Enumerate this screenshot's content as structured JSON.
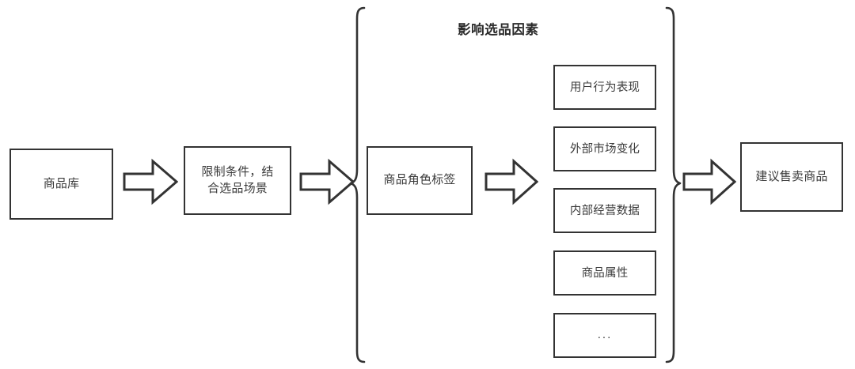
{
  "diagram": {
    "title_text": "影响选品因素",
    "accent_color": "#333333",
    "text_color": "#3b3b3b",
    "background_color": "#ffffff",
    "nodes": {
      "source": {
        "label": "商品库"
      },
      "constraints": {
        "label": "限制条件，结\n合选品场景"
      },
      "role_tag": {
        "label": "商品角色标签"
      },
      "result": {
        "label": "建议售卖商品"
      }
    },
    "factors": [
      {
        "label": "用户行为表现"
      },
      {
        "label": "外部市场变化"
      },
      {
        "label": "内部经营数据"
      },
      {
        "label": "商品属性"
      },
      {
        "label": "..."
      }
    ],
    "arrows": [
      {
        "name": "arrow-source-to-constraints"
      },
      {
        "name": "arrow-constraints-to-group"
      },
      {
        "name": "arrow-roletag-to-factors"
      },
      {
        "name": "arrow-group-to-result"
      }
    ],
    "braces": [
      {
        "name": "left-brace"
      },
      {
        "name": "right-brace"
      }
    ]
  }
}
